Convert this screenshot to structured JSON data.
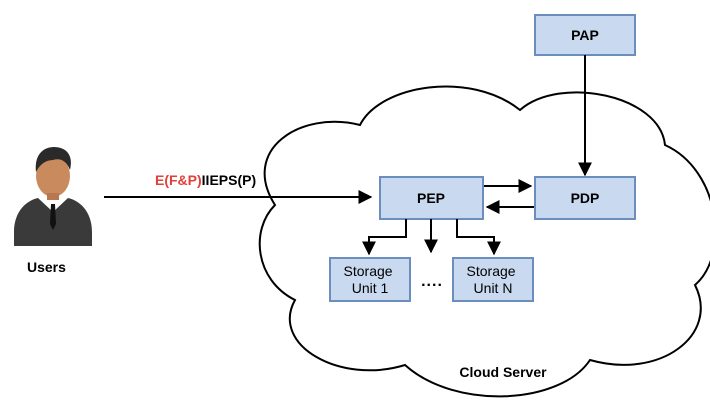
{
  "nodes": {
    "pap": {
      "label": "PAP"
    },
    "pdp": {
      "label": "PDP"
    },
    "pep": {
      "label": "PEP"
    },
    "storage_1": {
      "line1": "Storage",
      "line2": "Unit 1"
    },
    "storage_n": {
      "line1": "Storage",
      "line2": "Unit N"
    }
  },
  "labels": {
    "users": "Users",
    "cloud": "Cloud Server",
    "ellipsis": "....",
    "request_red": "E(F&P)",
    "request_black": "IIEPS(P)"
  },
  "icons": {
    "user": "business-user-icon"
  },
  "colors": {
    "box_fill": "#c9d9ef",
    "box_stroke": "#6c8ebf",
    "accent_red": "#e0413a",
    "line": "#000000"
  }
}
